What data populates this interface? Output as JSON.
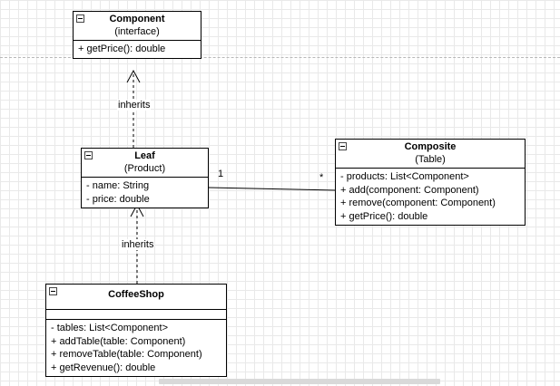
{
  "classes": {
    "component": {
      "name": "Component",
      "stereotype": "(interface)",
      "attributes": [],
      "methods": [
        "+ getPrice(): double"
      ]
    },
    "leaf": {
      "name": "Leaf",
      "stereotype": "(Product)",
      "attributes": [
        "- name: String",
        "- price: double"
      ],
      "methods": []
    },
    "composite": {
      "name": "Composite",
      "stereotype": "(Table)",
      "attributes": [],
      "methods": [
        "- products: List<Component>",
        "+ add(component: Component)",
        "+ remove(component: Component)",
        "+ getPrice(): double"
      ]
    },
    "coffeeshop": {
      "name": "CoffeeShop",
      "stereotype": "",
      "attributes": [],
      "methods": [
        "- tables: List<Component>",
        "+ addTable(table: Component)",
        "+ removeTable(table: Component)",
        "+ getRevenue(): double"
      ]
    }
  },
  "relations": {
    "leaf_component_label": "inherits",
    "coffeeshop_leaf_label": "inherits",
    "association_leaf_end": "1",
    "association_composite_end": "*"
  }
}
